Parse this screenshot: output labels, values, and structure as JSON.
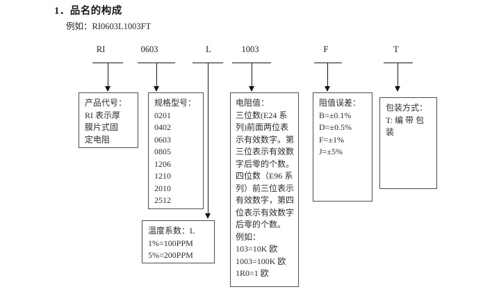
{
  "document": {
    "heading": "1．品名的构成",
    "example_label": "例如：",
    "example_value": "RI0603L1003FT"
  },
  "part_number_segments": [
    {
      "key": "product-code",
      "label": "RI"
    },
    {
      "key": "size-code",
      "label": "0603"
    },
    {
      "key": "temp-coefficient",
      "label": "L"
    },
    {
      "key": "resistance-value",
      "label": "1003"
    },
    {
      "key": "tolerance",
      "label": "F"
    },
    {
      "key": "packaging",
      "label": "T"
    }
  ],
  "boxes": {
    "product_code": {
      "title": "产品代号：",
      "lines": [
        "RI 表示厚",
        "膜片式固",
        "定电阻"
      ]
    },
    "size_code": {
      "title": "规格型号：",
      "lines": [
        "0201",
        "0402",
        "0603",
        "0805",
        "1206",
        "1210",
        "2010",
        "2512"
      ]
    },
    "temp_coefficient": {
      "title": "温度系数：L",
      "lines": [
        "1%=100PPM",
        "5%=200PPM"
      ]
    },
    "resistance_value": {
      "title": "电阻值：",
      "lines": [
        "三位数(E24 系",
        "列)前面两位表",
        "示有效数字。第",
        "三位表示有效数",
        "字后零的个数。",
        "四位数（E96 系",
        "列）前三位表示",
        "有效数字，第四",
        "位表示有效数字",
        "后零的个数。"
      ],
      "example_label": "例如：",
      "examples": [
        "103=10K 欧",
        "1003=100K 欧",
        "1R0=1 欧"
      ]
    },
    "tolerance": {
      "title": "阻值误差：",
      "lines": [
        "B=±0.1%",
        "D=±0.5%",
        "F=±1%",
        "J=±5%"
      ]
    },
    "packaging": {
      "title": "包装方式：",
      "lines": [
        "T: 编 带 包",
        "装"
      ]
    }
  }
}
